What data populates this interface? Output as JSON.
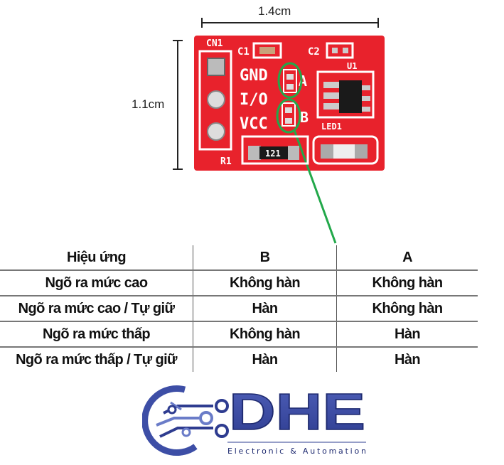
{
  "dimensions": {
    "width_label": "1.4cm",
    "height_label": "1.1cm"
  },
  "pcb": {
    "labels": {
      "cn1": "CN1",
      "c1": "C1",
      "c2": "C2",
      "u1": "U1",
      "gnd": "GND",
      "io": "I/O",
      "vcc": "VCC",
      "a": "A",
      "b": "B",
      "led1": "LED1",
      "r1": "R1",
      "resistor_code": "121"
    },
    "colors": {
      "board": "#e8222c",
      "highlight": "#22a84a"
    }
  },
  "table": {
    "headers": [
      "Hiệu ứng",
      "B",
      "A"
    ],
    "rows": [
      [
        "Ngõ ra mức cao",
        "Không hàn",
        "Không hàn"
      ],
      [
        "Ngõ ra mức cao / Tự giữ",
        "Hàn",
        "Không hàn"
      ],
      [
        "Ngõ ra mức thấp",
        "Không hàn",
        "Hàn"
      ],
      [
        "Ngõ ra mức thấp / Tự giữ",
        "Hàn",
        "Hàn"
      ]
    ]
  },
  "logo": {
    "brand": "DHE",
    "tagline": "Electronic & Automation",
    "color": "#3d4ea6"
  }
}
